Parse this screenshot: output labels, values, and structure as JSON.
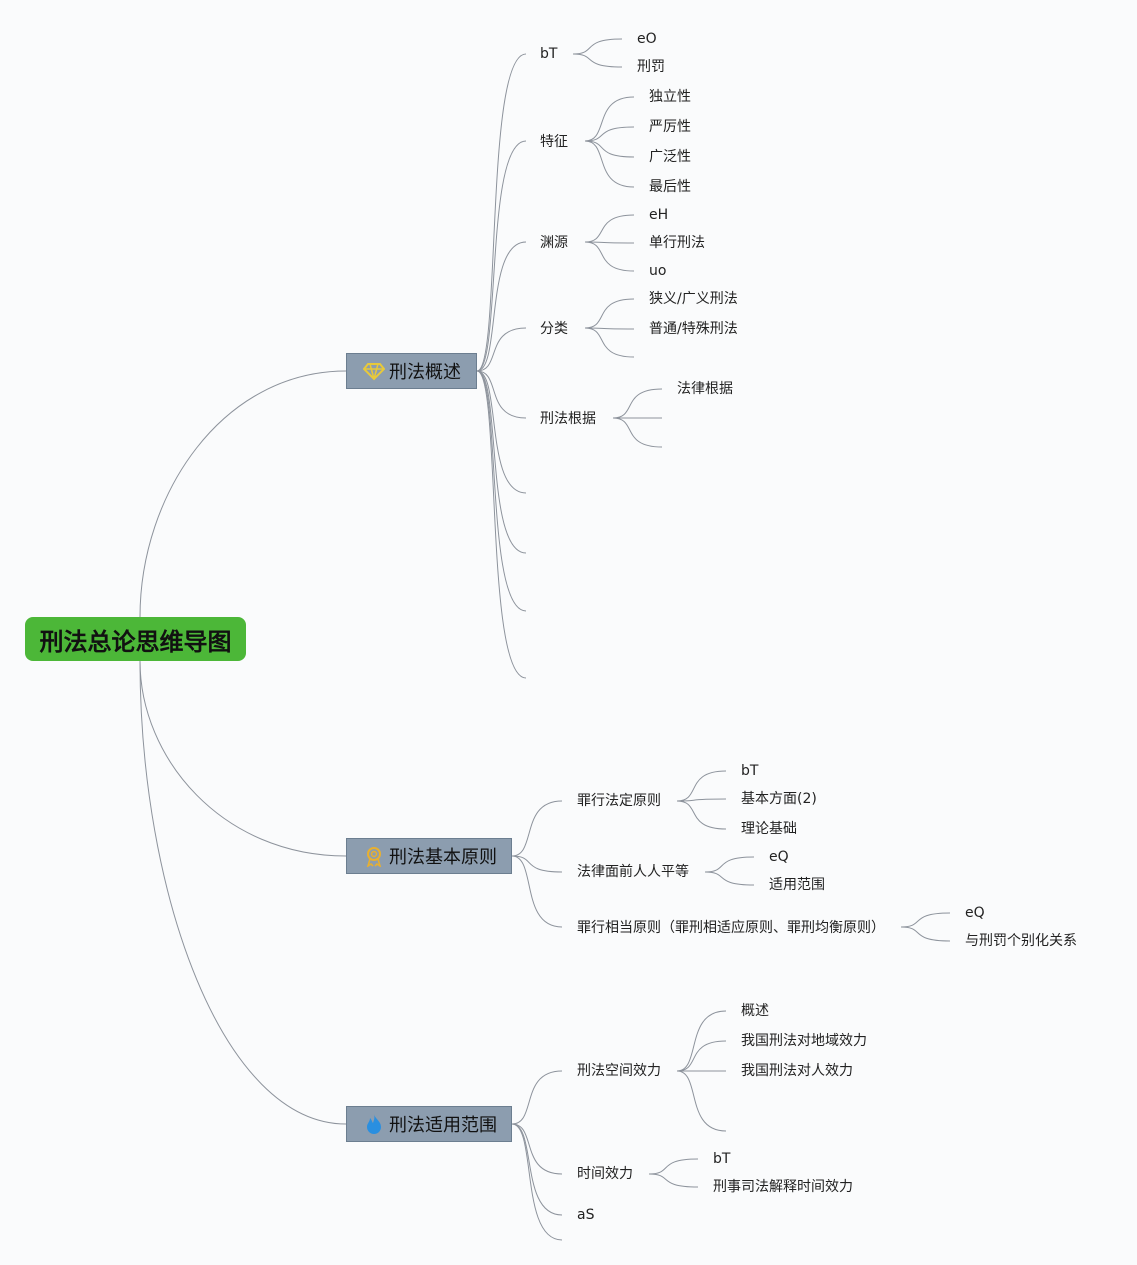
{
  "root": {
    "label": "刑法总论思维导图"
  },
  "branches": [
    {
      "label": "刑法概述",
      "icon": "diamond-icon",
      "children": [
        {
          "label": "bT",
          "children": [
            "eO",
            "刑罚"
          ]
        },
        {
          "label": "特征",
          "children": [
            "独立性",
            "严厉性",
            "广泛性",
            "最后性"
          ]
        },
        {
          "label": "渊源",
          "children": [
            "eH",
            "单行刑法",
            "uo"
          ]
        },
        {
          "label": "分类",
          "children": [
            "狭义/广义刑法",
            "普通/特殊刑法",
            ""
          ]
        },
        {
          "label": "刑法根据",
          "children": [
            "法律根据",
            "",
            ""
          ]
        },
        {
          "label": ""
        },
        {
          "label": ""
        },
        {
          "label": ""
        },
        {
          "label": ""
        }
      ]
    },
    {
      "label": "刑法基本原则",
      "icon": "award-icon",
      "children": [
        {
          "label": "罪行法定原则",
          "children": [
            "bT",
            "基本方面(2)",
            "理论基础"
          ]
        },
        {
          "label": "法律面前人人平等",
          "children": [
            "eQ",
            "适用范围"
          ]
        },
        {
          "label": "罪行相当原则（罪刑相适应原则、罪刑均衡原则）",
          "children": [
            "eQ",
            "与刑罚个别化关系"
          ]
        }
      ]
    },
    {
      "label": "刑法适用范围",
      "icon": "flame-icon",
      "children": [
        {
          "label": "刑法空间效力",
          "children": [
            "概述",
            "我国刑法对地域效力",
            "我国刑法对人效力",
            ""
          ]
        },
        {
          "label": "时间效力",
          "children": [
            "bT",
            "刑事司法解释时间效力"
          ]
        },
        {
          "label": "aS"
        },
        {
          "label": ""
        }
      ]
    }
  ]
}
